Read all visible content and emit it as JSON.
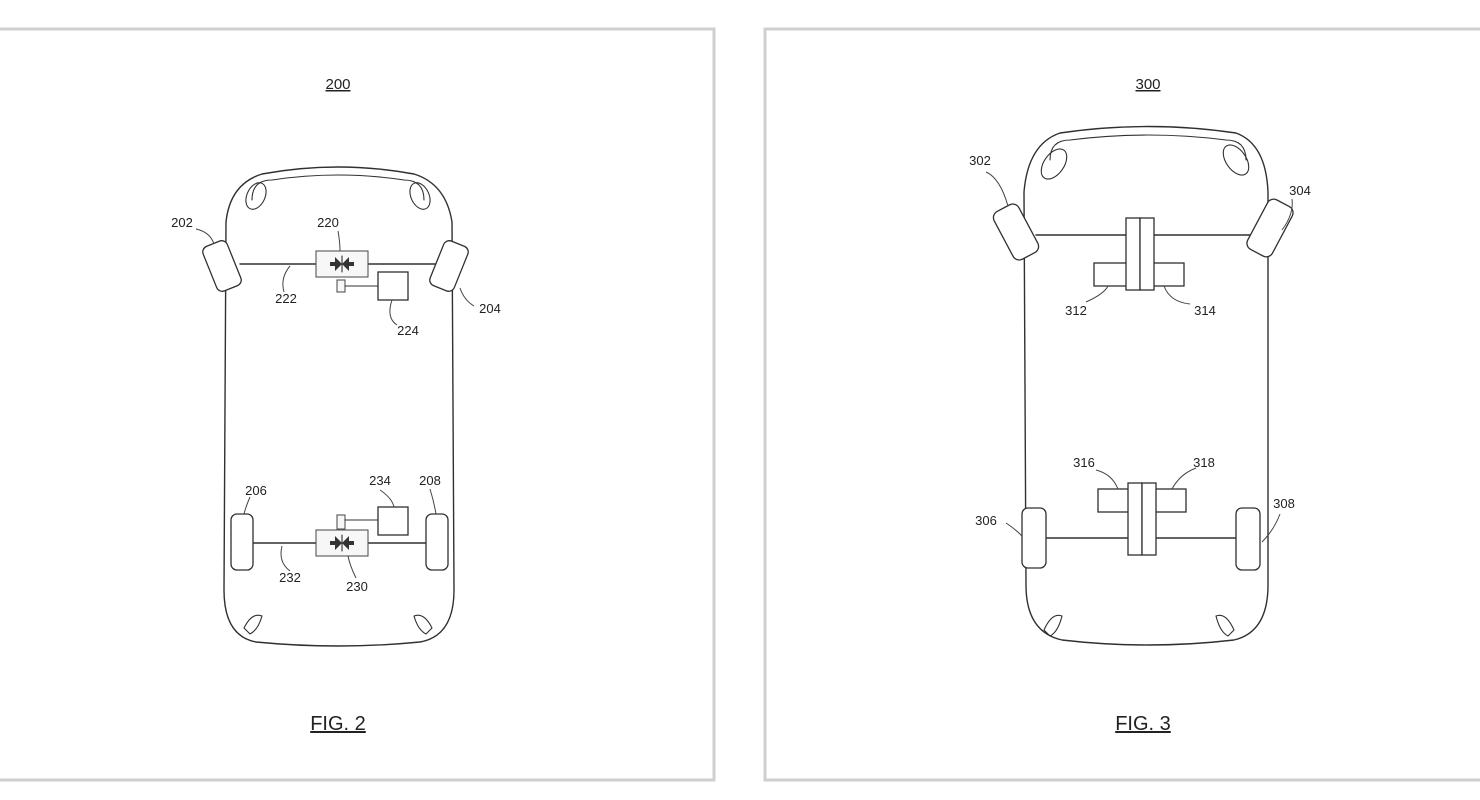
{
  "figure_2": {
    "reference": "200",
    "caption": "FIG. 2",
    "labels": {
      "wheel_front_left": "202",
      "wheel_front_right": "204",
      "wheel_rear_left": "206",
      "wheel_rear_right": "208",
      "front_drive_unit": "220",
      "front_axle": "222",
      "front_controller": "224",
      "rear_drive_unit": "230",
      "rear_axle": "232",
      "rear_controller": "234"
    }
  },
  "figure_3": {
    "reference": "300",
    "caption": "FIG. 3",
    "labels": {
      "wheel_front_left": "302",
      "wheel_front_right": "304",
      "wheel_rear_left": "306",
      "wheel_rear_right": "308",
      "front_unit_left": "312",
      "front_unit_right": "314",
      "rear_unit_left": "316",
      "rear_unit_right": "318"
    }
  }
}
